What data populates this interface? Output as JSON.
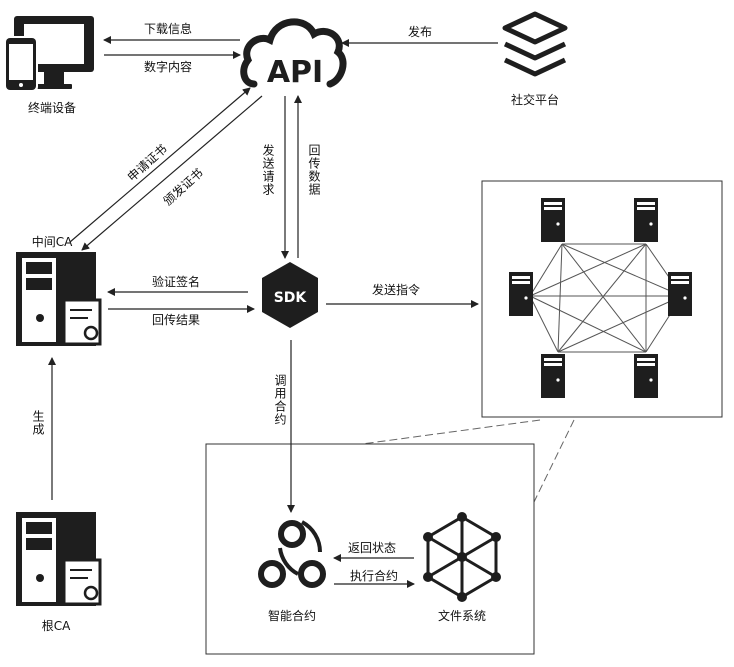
{
  "nodes": {
    "terminal": "终端设备",
    "api": "API",
    "social": "社交平台",
    "intermediate_ca": "中间CA",
    "sdk": "SDK",
    "root_ca": "根CA",
    "smart_contract": "智能合约",
    "file_system": "文件系统"
  },
  "edges": {
    "download_info": "下载信息",
    "digital_content": "数字内容",
    "publish": "发布",
    "apply_cert": "申请证书",
    "issue_cert": "颁发证书",
    "send_request": "发送请求",
    "return_data": "回传数据",
    "verify_sign": "验证签名",
    "return_result": "回传结果",
    "send_command": "发送指令",
    "generate": "生成",
    "call_contract": "调用合约",
    "return_status": "返回状态",
    "execute_contract": "执行合约"
  }
}
